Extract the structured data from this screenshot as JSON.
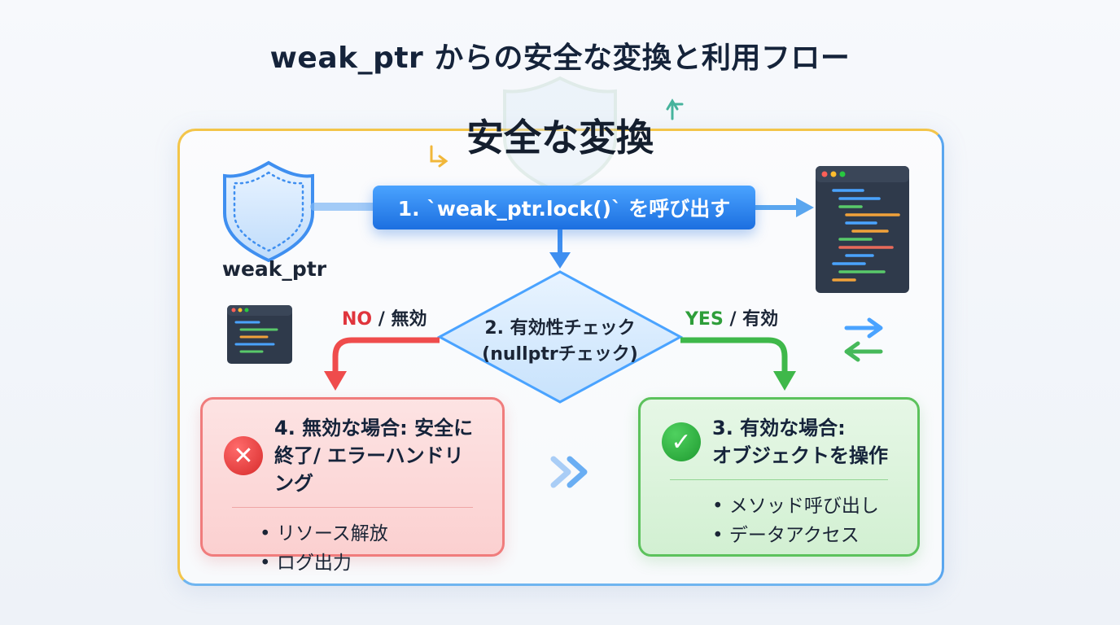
{
  "title": "weak_ptr からの安全な変換と利用フロー",
  "section_title": "安全な変換",
  "shield_label": "weak_ptr",
  "step1": "1. `weak_ptr.lock()` を呼び出す",
  "diamond": {
    "line1": "2. 有効性チェック",
    "line2": "(nullptrチェック)"
  },
  "branch_no": {
    "word": "NO",
    "rest": " / 無効"
  },
  "branch_yes": {
    "word": "YES",
    "rest": " / 有効"
  },
  "fail_card": {
    "title_line1": "4. 無効な場合: 安全に",
    "title_line2": "終了/ エラーハンドリング",
    "icon": "x-circle-icon",
    "items": [
      "リソース解放",
      "ログ出力"
    ]
  },
  "ok_card": {
    "title_line1": "3. 有効な場合:",
    "title_line2": "オブジェクトを操作",
    "icon": "check-circle-icon",
    "items": [
      "メソッド呼び出し",
      "データアクセス"
    ]
  },
  "colors": {
    "step_blue": "#1c6fe0",
    "no_red": "#e0353d",
    "yes_green": "#2e9e3a",
    "frame_yellow": "#f3c54a",
    "frame_blue": "#5aa6ef"
  }
}
